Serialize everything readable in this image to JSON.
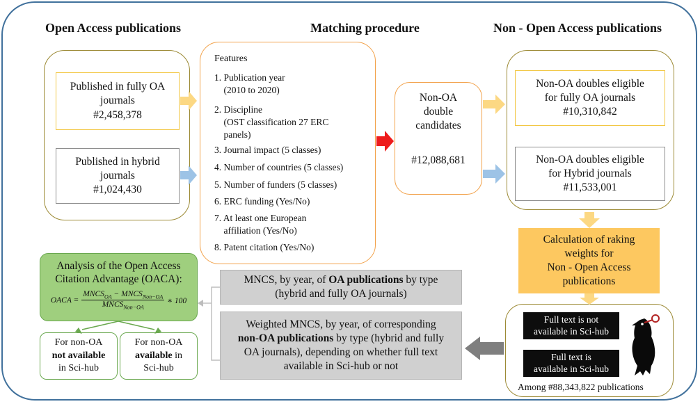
{
  "headers": {
    "oa": "Open Access publications",
    "matching": "Matching procedure",
    "non_oa": "Non - Open Access publications"
  },
  "oa_boxes": {
    "fully": {
      "line1": "Published in fully OA",
      "line2": "journals",
      "count": "#2,458,378"
    },
    "hybrid": {
      "line1": "Published in hybrid",
      "line2": "journals",
      "count": "#1,024,430"
    }
  },
  "features": {
    "title": "Features",
    "items": [
      "1. Publication year\n    (2010 to 2020)",
      "2. Discipline\n    (OST classification 27 ERC\n    panels)",
      "3. Journal impact (5 classes)",
      "4. Number of countries (5 classes)",
      "5. Number of funders (5 classes)",
      "6. ERC funding (Yes/No)",
      "7. At least one European\n    affiliation (Yes/No)",
      "8. Patent citation (Yes/No)"
    ]
  },
  "candidates": {
    "line1": "Non-OA",
    "line2": "double",
    "line3": "candidates",
    "count": "#12,088,681"
  },
  "non_oa_boxes": {
    "fully": {
      "line1": "Non-OA doubles eligible",
      "line2": "for fully OA journals",
      "count": "#10,310,842"
    },
    "hybrid": {
      "line1": "Non-OA doubles eligible",
      "line2": "for Hybrid journals",
      "count": "#11,533,001"
    }
  },
  "calc": {
    "line1": "Calculation of raking",
    "line2": "weights for",
    "line3": "Non - Open Access",
    "line4": "publications"
  },
  "scihub": {
    "not_available": "Full text is not\navailable in Sci-hub",
    "available": "Full text is\navailable in Sci-hub",
    "among": "Among #88,343,822 publications"
  },
  "mncs": {
    "pre": "MNCS, by year, of ",
    "bold": "OA publications",
    "post": " by type",
    "line2": "(hybrid and fully OA journals)"
  },
  "weighted": {
    "line1": "Weighted MNCS, by year, of corresponding",
    "bold": "non-OA publications",
    "after_bold": " by type (hybrid and fully",
    "line3": "OA journals), depending on whether full text",
    "line4": "available in Sci-hub or not"
  },
  "oaca": {
    "title1": "Analysis of the Open Access",
    "title2": "Citation Advantage (OACA):",
    "formula_lhs": "OACA =",
    "num": "MNCS",
    "den": "MNCS",
    "sub_oa": "OA",
    "sub_non": "Non−OA",
    "times": "∗ 100"
  },
  "oaca_sub": {
    "not_avail": {
      "l1": "For non-OA",
      "bold": "not available",
      "l3": "in Sci-hub"
    },
    "avail": {
      "l1": "For non-OA",
      "bold": "available",
      "after_bold": " in",
      "l3": "Sci-hub"
    }
  },
  "colors": {
    "outer_border": "#41719c",
    "gold_arrow": "#fcd883",
    "blue_arrow": "#9dc3e6",
    "red_arrow": "#ee1c1c",
    "calc_fill": "#fdc860",
    "green_fill": "#9fcf7e",
    "grey_fill": "#d0d0d0"
  }
}
